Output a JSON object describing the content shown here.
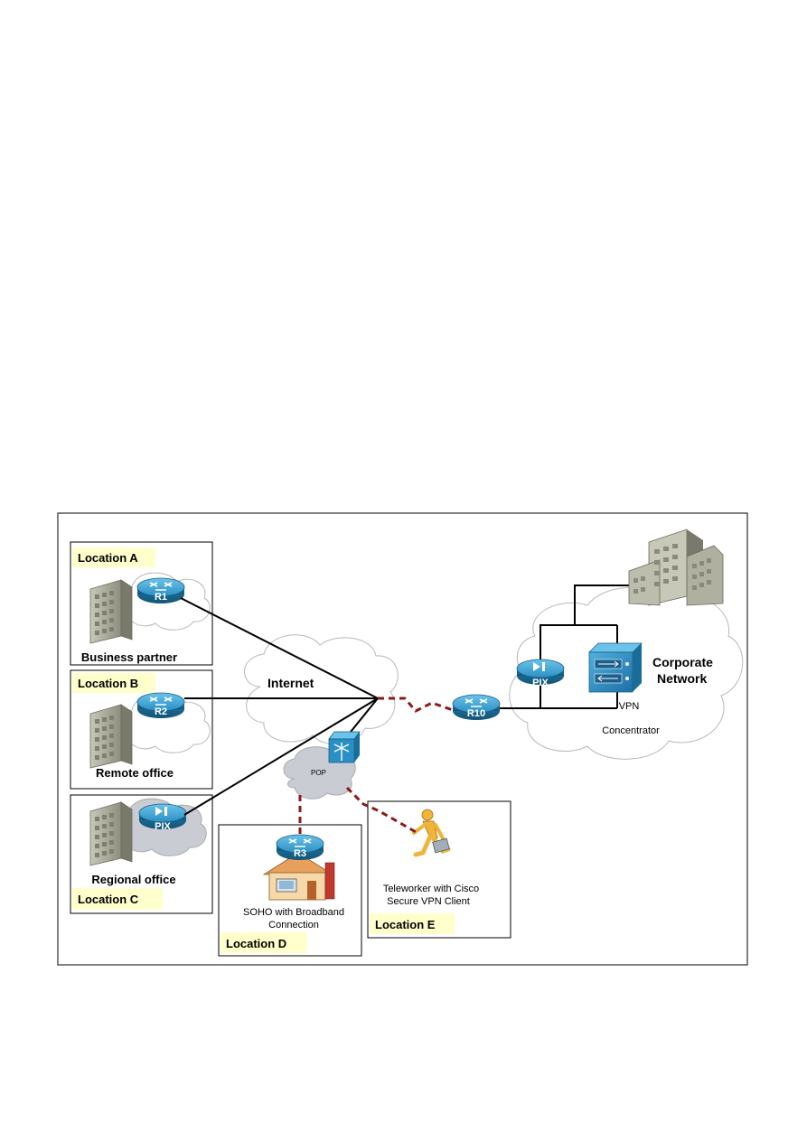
{
  "locations": {
    "a": {
      "title": "Location A",
      "caption": "Business partner",
      "router": "R1"
    },
    "b": {
      "title": "Location B",
      "caption": "Remote office",
      "router": "R2"
    },
    "c": {
      "title": "Location C",
      "caption": "Regional office",
      "device": "PIX"
    },
    "d": {
      "title": "Location D",
      "caption_line1": "SOHO with Broadband",
      "caption_line2": "Connection",
      "router": "R3"
    },
    "e": {
      "title": "Location E",
      "caption_line1": "Teleworker with Cisco",
      "caption_line2": "Secure VPN Client"
    }
  },
  "internet": {
    "label": "Internet"
  },
  "pop": {
    "label": "POP"
  },
  "corporate": {
    "label_line1": "Corporate",
    "label_line2": "Network",
    "router": "R10",
    "firewall": "PIX",
    "concentrator_line1": "VPN",
    "concentrator_line2": "Concentrator"
  },
  "colors": {
    "router_blue": "#2a8fc4",
    "label_fill": "#ffffcc",
    "vpn_dash": "#8b1a1a",
    "cloud": "#ffffff",
    "cloud_gray": "#c9ccd2"
  }
}
